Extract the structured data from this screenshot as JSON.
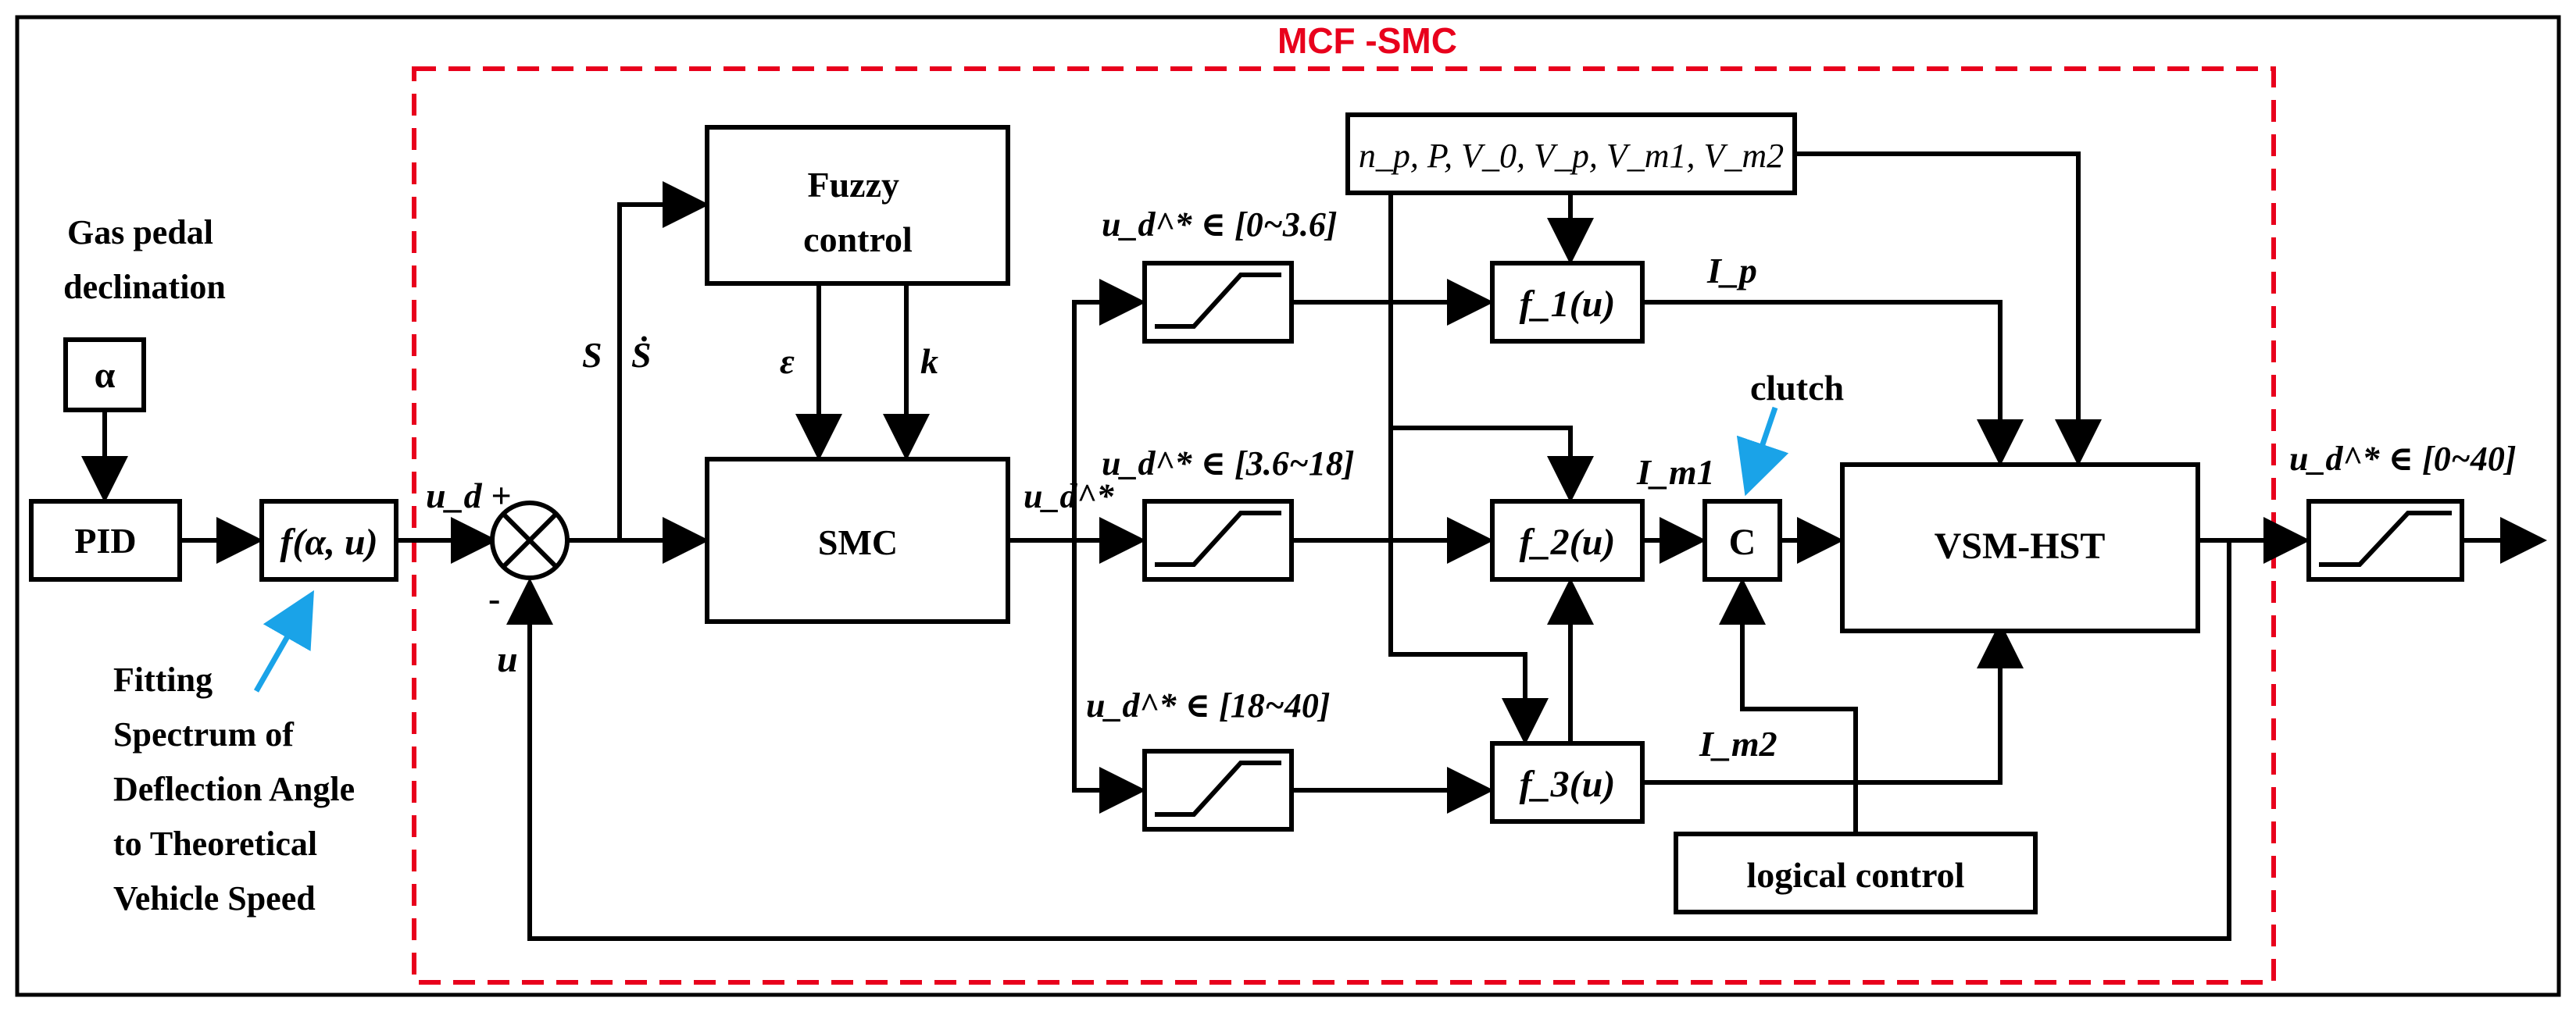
{
  "title": "MCF -SMC",
  "blocks": {
    "gas_pedal_line1": "Gas pedal",
    "gas_pedal_line2": "declination",
    "alpha": "α",
    "pid": "PID",
    "f_alpha_u": "f(α, u)",
    "fuzzy_line1": "Fuzzy",
    "fuzzy_line2": "control",
    "smc": "SMC",
    "params": "n_p, P, V_0, V_p, V_m1, V_m2",
    "f1": "f_1(u)",
    "f2": "f_2(u)",
    "f3": "f_3(u)",
    "clutch_box": "C",
    "vsm_hst": "VSM-HST",
    "logical_control": "logical control"
  },
  "labels": {
    "clutch": "clutch",
    "ud_plus": "u_d +",
    "minus": "-",
    "u": "u",
    "s": "S",
    "s_dot": "Ṡ",
    "epsilon": "ε",
    "k": "k",
    "ud_star": "u_d^*",
    "range1": "u_d^* ∈ [0~3.6]",
    "range2": "u_d^* ∈ [3.6~18]",
    "range3": "u_d^* ∈ [18~40]",
    "range_out": "u_d^* ∈ [0~40]",
    "ip": "I_p",
    "im1": "I_m1",
    "im2": "I_m2"
  },
  "annotation": {
    "line1": "Fitting",
    "line2": "Spectrum of",
    "line3": "Deflection Angle",
    "line4": "to Theoretical",
    "line5": "Vehicle Speed"
  },
  "colors": {
    "boundary": "#e8001c",
    "pointer": "#1aa3e8",
    "lines": "#000000"
  },
  "icons": {
    "summing_junction": "circle-cross-icon",
    "saturation": "saturation-curve-icon"
  }
}
